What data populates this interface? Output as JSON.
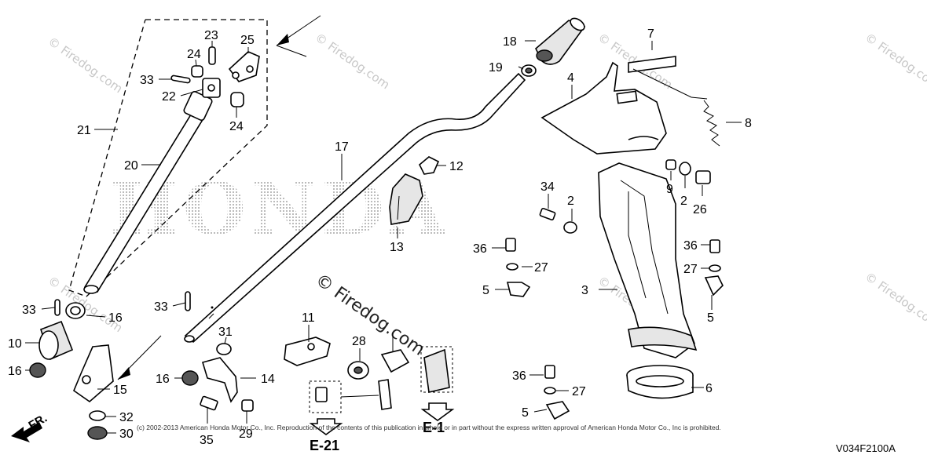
{
  "brand_watermark": "HONDA",
  "watermarks": {
    "repeat_text": "© Firedog.com",
    "center_text": "© Firedog.com"
  },
  "callouts": {
    "p2a": "2",
    "p2b": "2",
    "p3": "3",
    "p4": "4",
    "p5a": "5",
    "p5b": "5",
    "p5c": "5",
    "p6": "6",
    "p7": "7",
    "p8": "8",
    "p9": "9",
    "p10": "10",
    "p11": "11",
    "p12": "12",
    "p13": "13",
    "p14": "14",
    "p15": "15",
    "p16a": "16",
    "p16b": "16",
    "p16c": "16",
    "p17": "17",
    "p18": "18",
    "p19": "19",
    "p20": "20",
    "p21": "21",
    "p22": "22",
    "p23": "23",
    "p24a": "24",
    "p24b": "24",
    "p25": "25",
    "p26": "26",
    "p27a": "27",
    "p27b": "27",
    "p27c": "27",
    "p28": "28",
    "p29": "29",
    "p30": "30",
    "p31": "31",
    "p32": "32",
    "p33a": "33",
    "p33b": "33",
    "p33c": "33",
    "p34": "34",
    "p35": "35",
    "p36a": "36",
    "p36b": "36",
    "p36c": "36"
  },
  "references": {
    "ref_a": "E-21",
    "ref_b": "E-1"
  },
  "front_arrow_label": "FR.",
  "copyright": "(c) 2002-2013 American Honda Motor Co., Inc. Reproduction of the contents of this publication in whole or in part without the express written approval of American Honda Motor Co., Inc is prohibited.",
  "diagram_code": "V034F2100A"
}
